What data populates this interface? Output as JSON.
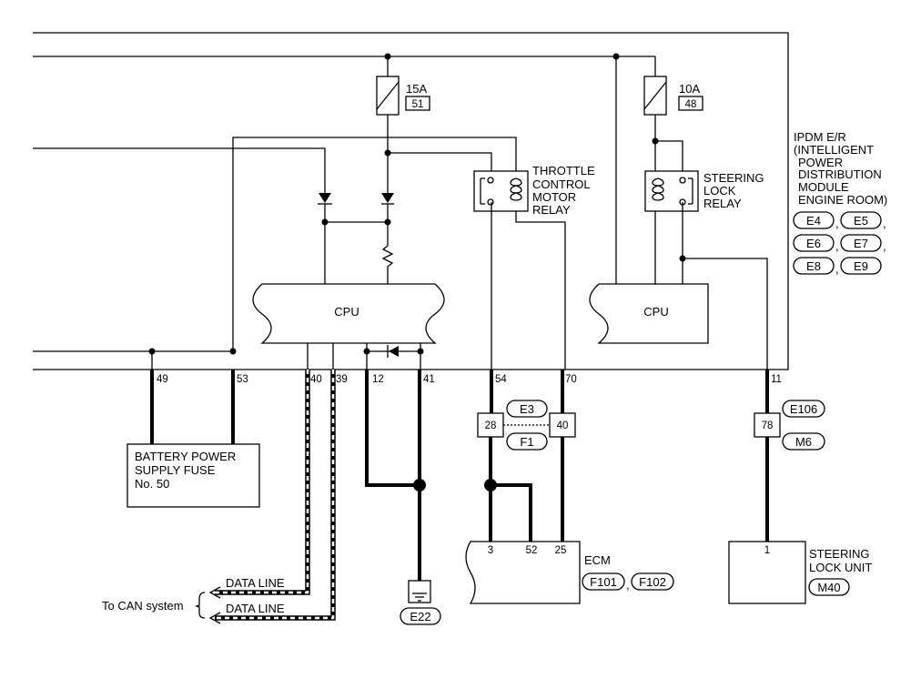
{
  "fuses": [
    {
      "rating": "15A",
      "number": "51"
    },
    {
      "rating": "10A",
      "number": "48"
    }
  ],
  "relays": {
    "throttle": [
      "THROTTLE",
      "CONTROL",
      "MOTOR",
      "RELAY"
    ],
    "steering": [
      "STEERING",
      "LOCK",
      "RELAY"
    ]
  },
  "cpu_label": "CPU",
  "ipdm": {
    "title_lines": [
      "IPDM E/R",
      "(INTELLIGENT",
      "POWER",
      "DISTRIBUTION",
      "MODULE",
      "ENGINE ROOM)"
    ],
    "connectors": [
      "E4",
      "E5",
      "E6",
      "E7",
      "E8",
      "E9"
    ],
    "separator": ","
  },
  "pins": {
    "p49": "49",
    "p53": "53",
    "p40": "40",
    "p39": "39",
    "p12": "12",
    "p41": "41",
    "p54": "54",
    "p70": "70",
    "p11": "11"
  },
  "joint": {
    "left_pin": "28",
    "right_pin": "40",
    "upper_connector": "E3",
    "lower_connector": "F1",
    "steering_pin": "78",
    "steering_upper": "E106",
    "steering_lower": "M6"
  },
  "battery_fuse": [
    "BATTERY POWER",
    "SUPPLY FUSE",
    "No. 50"
  ],
  "data_lines": {
    "line1": "DATA LINE",
    "line2": "DATA LINE",
    "to_can": "To CAN system"
  },
  "ground": "E22",
  "ecm": {
    "label": "ECM",
    "pins": {
      "a": "3",
      "b": "52",
      "c": "25"
    },
    "connectors": [
      "F101",
      "F102"
    ],
    "separator": ","
  },
  "steering_lock_unit": {
    "lines": [
      "STEERING",
      "LOCK UNIT"
    ],
    "pin": "1",
    "connector": "M40"
  }
}
